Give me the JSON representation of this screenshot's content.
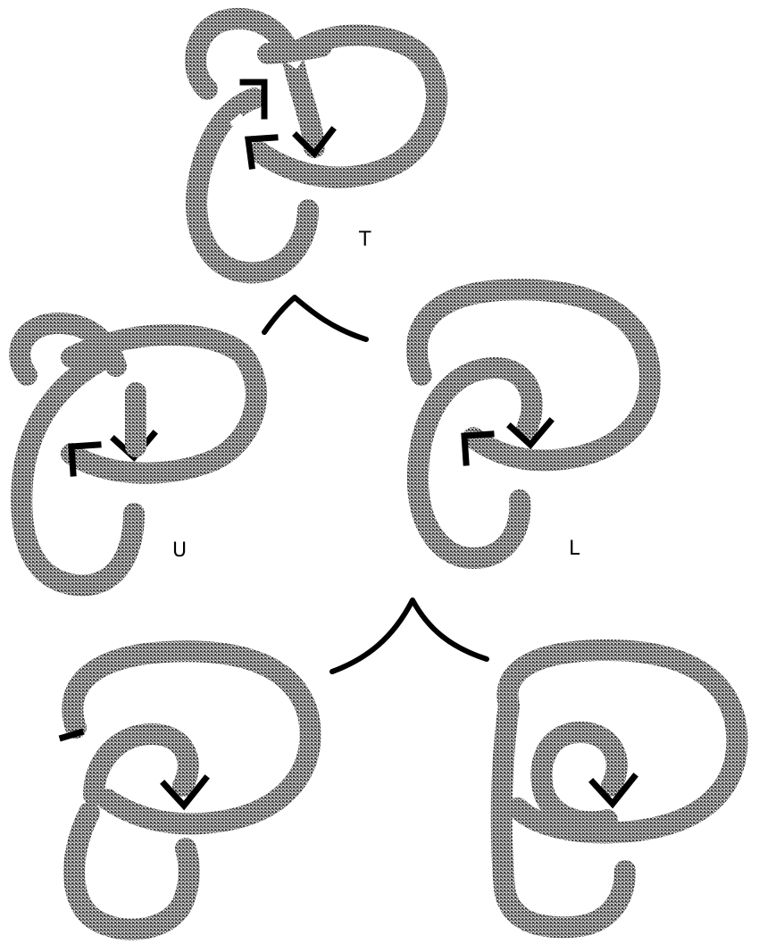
{
  "labels": {
    "top": "T",
    "middle_left": "U",
    "middle_right": "L"
  },
  "colors": {
    "rope": "#6e6e6e",
    "ink": "#000000",
    "background": "#ffffff"
  }
}
